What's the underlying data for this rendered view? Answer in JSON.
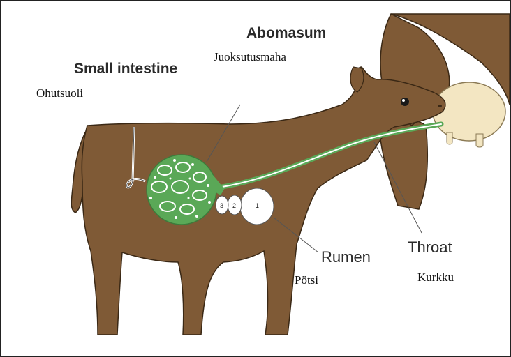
{
  "labels": {
    "abomasum": "Abomasum",
    "abomasum_fi": "Juoksutusmaha",
    "small_intestine": "Small intestine",
    "small_intestine_fi": "Ohutsuoli",
    "rumen": "Rumen",
    "rumen_fi": "Pötsi",
    "throat": "Throat",
    "throat_fi": "Kurkku"
  },
  "stomach_numbers": [
    "3",
    "2",
    "1"
  ],
  "colors": {
    "cow_body": "#7f5a36",
    "cow_outline": "#3a2815",
    "abomasum_fill": "#5aa857",
    "esophagus": "#5aa857",
    "udder": "#f3e6c2",
    "rumen_fill": "#ffffff"
  }
}
